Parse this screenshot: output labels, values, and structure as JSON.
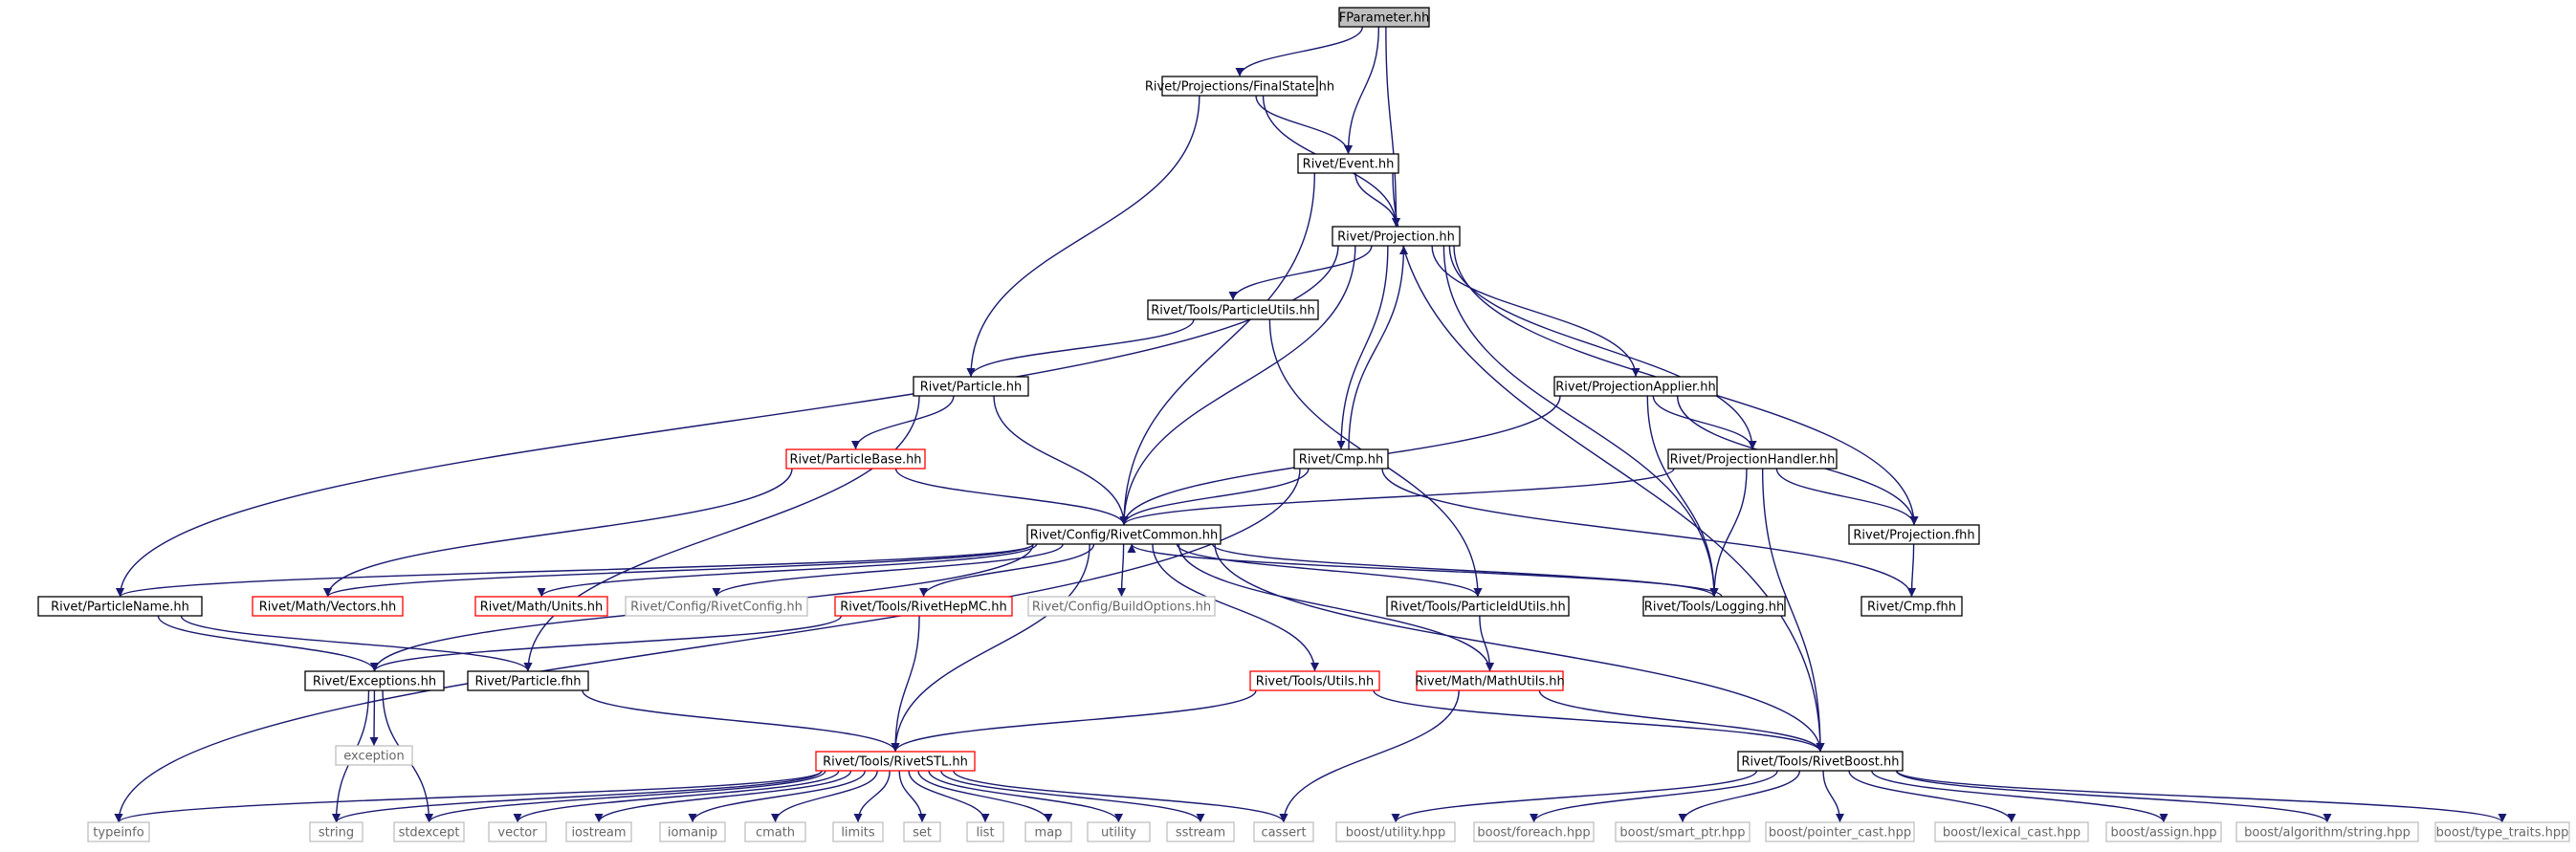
{
  "colors": {
    "edge": "#191970",
    "normal_border": "#000000",
    "incomplete_border": "#ff0000",
    "external_border": "#bfbfbf",
    "root_fill": "#bfbfbf",
    "text": "#000000",
    "external_text": "#666666"
  },
  "nodes": [
    {
      "id": "fparameter",
      "label": "FParameter.hh",
      "kind": "root"
    },
    {
      "id": "finalstate",
      "label": "Rivet/Projections/FinalState.hh",
      "kind": "normal"
    },
    {
      "id": "event",
      "label": "Rivet/Event.hh",
      "kind": "normal"
    },
    {
      "id": "projection",
      "label": "Rivet/Projection.hh",
      "kind": "normal"
    },
    {
      "id": "particleutils",
      "label": "Rivet/Tools/ParticleUtils.hh",
      "kind": "normal"
    },
    {
      "id": "particle",
      "label": "Rivet/Particle.hh",
      "kind": "normal"
    },
    {
      "id": "projapplier",
      "label": "Rivet/ProjectionApplier.hh",
      "kind": "normal"
    },
    {
      "id": "particlebase",
      "label": "Rivet/ParticleBase.hh",
      "kind": "incomplete"
    },
    {
      "id": "cmp",
      "label": "Rivet/Cmp.hh",
      "kind": "normal"
    },
    {
      "id": "projhandler",
      "label": "Rivet/ProjectionHandler.hh",
      "kind": "normal"
    },
    {
      "id": "rivetcommon",
      "label": "Rivet/Config/RivetCommon.hh",
      "kind": "normal"
    },
    {
      "id": "projfhh",
      "label": "Rivet/Projection.fhh",
      "kind": "normal"
    },
    {
      "id": "particlename",
      "label": "Rivet/ParticleName.hh",
      "kind": "normal"
    },
    {
      "id": "vectors",
      "label": "Rivet/Math/Vectors.hh",
      "kind": "incomplete"
    },
    {
      "id": "units",
      "label": "Rivet/Math/Units.hh",
      "kind": "incomplete"
    },
    {
      "id": "rivetconfig",
      "label": "Rivet/Config/RivetConfig.hh",
      "kind": "external"
    },
    {
      "id": "rivethepmc",
      "label": "Rivet/Tools/RivetHepMC.hh",
      "kind": "incomplete"
    },
    {
      "id": "buildoptions",
      "label": "Rivet/Config/BuildOptions.hh",
      "kind": "external"
    },
    {
      "id": "particleidutils",
      "label": "Rivet/Tools/ParticleIdUtils.hh",
      "kind": "normal"
    },
    {
      "id": "logging",
      "label": "Rivet/Tools/Logging.hh",
      "kind": "normal"
    },
    {
      "id": "cmpfhh",
      "label": "Rivet/Cmp.fhh",
      "kind": "normal"
    },
    {
      "id": "exceptions",
      "label": "Rivet/Exceptions.hh",
      "kind": "normal"
    },
    {
      "id": "particlefhh",
      "label": "Rivet/Particle.fhh",
      "kind": "normal"
    },
    {
      "id": "utils",
      "label": "Rivet/Tools/Utils.hh",
      "kind": "incomplete"
    },
    {
      "id": "mathutils",
      "label": "Rivet/Math/MathUtils.hh",
      "kind": "incomplete"
    },
    {
      "id": "exception",
      "label": "exception",
      "kind": "external"
    },
    {
      "id": "rivetstl",
      "label": "Rivet/Tools/RivetSTL.hh",
      "kind": "incomplete"
    },
    {
      "id": "rivetboost",
      "label": "Rivet/Tools/RivetBoost.hh",
      "kind": "normal"
    },
    {
      "id": "typeinfo",
      "label": "typeinfo",
      "kind": "external"
    },
    {
      "id": "string",
      "label": "string",
      "kind": "external"
    },
    {
      "id": "stdexcept",
      "label": "stdexcept",
      "kind": "external"
    },
    {
      "id": "vector",
      "label": "vector",
      "kind": "external"
    },
    {
      "id": "iostream",
      "label": "iostream",
      "kind": "external"
    },
    {
      "id": "iomanip",
      "label": "iomanip",
      "kind": "external"
    },
    {
      "id": "cmath",
      "label": "cmath",
      "kind": "external"
    },
    {
      "id": "limits",
      "label": "limits",
      "kind": "external"
    },
    {
      "id": "set",
      "label": "set",
      "kind": "external"
    },
    {
      "id": "list",
      "label": "list",
      "kind": "external"
    },
    {
      "id": "map",
      "label": "map",
      "kind": "external"
    },
    {
      "id": "utility",
      "label": "utility",
      "kind": "external"
    },
    {
      "id": "sstream",
      "label": "sstream",
      "kind": "external"
    },
    {
      "id": "cassert",
      "label": "cassert",
      "kind": "external"
    },
    {
      "id": "b_utility",
      "label": "boost/utility.hpp",
      "kind": "external"
    },
    {
      "id": "b_foreach",
      "label": "boost/foreach.hpp",
      "kind": "external"
    },
    {
      "id": "b_smartptr",
      "label": "boost/smart_ptr.hpp",
      "kind": "external"
    },
    {
      "id": "b_pointercast",
      "label": "boost/pointer_cast.hpp",
      "kind": "external"
    },
    {
      "id": "b_lexicalcast",
      "label": "boost/lexical_cast.hpp",
      "kind": "external"
    },
    {
      "id": "b_assign",
      "label": "boost/assign.hpp",
      "kind": "external"
    },
    {
      "id": "b_algostring",
      "label": "boost/algorithm/string.hpp",
      "kind": "external"
    },
    {
      "id": "b_typetraits",
      "label": "boost/type_traits.hpp",
      "kind": "external"
    }
  ],
  "edges": [
    [
      "fparameter",
      "finalstate"
    ],
    [
      "fparameter",
      "event"
    ],
    [
      "fparameter",
      "projection"
    ],
    [
      "finalstate",
      "event"
    ],
    [
      "finalstate",
      "projection"
    ],
    [
      "finalstate",
      "particle"
    ],
    [
      "event",
      "projection"
    ],
    [
      "event",
      "rivetcommon"
    ],
    [
      "event",
      "rivetboost"
    ],
    [
      "projection",
      "particleutils"
    ],
    [
      "projection",
      "cmp"
    ],
    [
      "projection",
      "projapplier"
    ],
    [
      "projection",
      "projhandler"
    ],
    [
      "projection",
      "projfhh"
    ],
    [
      "projection",
      "rivetcommon"
    ],
    [
      "projection",
      "logging"
    ],
    [
      "projection",
      "particlename"
    ],
    [
      "particleutils",
      "particle"
    ],
    [
      "particleutils",
      "particleidutils"
    ],
    [
      "particle",
      "particlebase"
    ],
    [
      "particle",
      "rivetcommon"
    ],
    [
      "particle",
      "particlefhh"
    ],
    [
      "particlebase",
      "rivetcommon"
    ],
    [
      "particlebase",
      "vectors"
    ],
    [
      "cmp",
      "projection"
    ],
    [
      "cmp",
      "rivetcommon"
    ],
    [
      "cmp",
      "cmpfhh"
    ],
    [
      "cmp",
      "typeinfo"
    ],
    [
      "projapplier",
      "rivetcommon"
    ],
    [
      "projapplier",
      "projhandler"
    ],
    [
      "projapplier",
      "projfhh"
    ],
    [
      "projapplier",
      "logging"
    ],
    [
      "projhandler",
      "rivetcommon"
    ],
    [
      "projhandler",
      "projfhh"
    ],
    [
      "projhandler",
      "logging"
    ],
    [
      "projhandler",
      "rivetboost"
    ],
    [
      "projfhh",
      "cmpfhh"
    ],
    [
      "rivetcommon",
      "particlename"
    ],
    [
      "rivetcommon",
      "vectors"
    ],
    [
      "rivetcommon",
      "units"
    ],
    [
      "rivetcommon",
      "rivetconfig"
    ],
    [
      "rivetcommon",
      "rivethepmc"
    ],
    [
      "rivetcommon",
      "buildoptions"
    ],
    [
      "rivetcommon",
      "particleidutils"
    ],
    [
      "rivetcommon",
      "logging"
    ],
    [
      "rivetcommon",
      "utils"
    ],
    [
      "rivetcommon",
      "mathutils"
    ],
    [
      "rivetcommon",
      "rivetstl"
    ],
    [
      "rivetcommon",
      "rivetboost"
    ],
    [
      "rivetcommon",
      "exceptions"
    ],
    [
      "logging",
      "rivetcommon"
    ],
    [
      "particlename",
      "exceptions"
    ],
    [
      "particlename",
      "particlefhh"
    ],
    [
      "rivethepmc",
      "rivetstl"
    ],
    [
      "rivethepmc",
      "exceptions"
    ],
    [
      "particleidutils",
      "mathutils"
    ],
    [
      "exceptions",
      "exception"
    ],
    [
      "exceptions",
      "string"
    ],
    [
      "exceptions",
      "stdexcept"
    ],
    [
      "particlefhh",
      "rivetstl"
    ],
    [
      "utils",
      "rivetstl"
    ],
    [
      "utils",
      "rivetboost"
    ],
    [
      "mathutils",
      "rivetboost"
    ],
    [
      "mathutils",
      "cassert"
    ],
    [
      "rivetstl",
      "typeinfo"
    ],
    [
      "rivetstl",
      "string"
    ],
    [
      "rivetstl",
      "stdexcept"
    ],
    [
      "rivetstl",
      "vector"
    ],
    [
      "rivetstl",
      "iostream"
    ],
    [
      "rivetstl",
      "iomanip"
    ],
    [
      "rivetstl",
      "cmath"
    ],
    [
      "rivetstl",
      "limits"
    ],
    [
      "rivetstl",
      "set"
    ],
    [
      "rivetstl",
      "list"
    ],
    [
      "rivetstl",
      "map"
    ],
    [
      "rivetstl",
      "utility"
    ],
    [
      "rivetstl",
      "sstream"
    ],
    [
      "rivetstl",
      "cassert"
    ],
    [
      "rivetboost",
      "b_utility"
    ],
    [
      "rivetboost",
      "b_foreach"
    ],
    [
      "rivetboost",
      "b_smartptr"
    ],
    [
      "rivetboost",
      "b_pointercast"
    ],
    [
      "rivetboost",
      "b_lexicalcast"
    ],
    [
      "rivetboost",
      "b_assign"
    ],
    [
      "rivetboost",
      "b_algostring"
    ],
    [
      "rivetboost",
      "b_typetraits"
    ]
  ]
}
